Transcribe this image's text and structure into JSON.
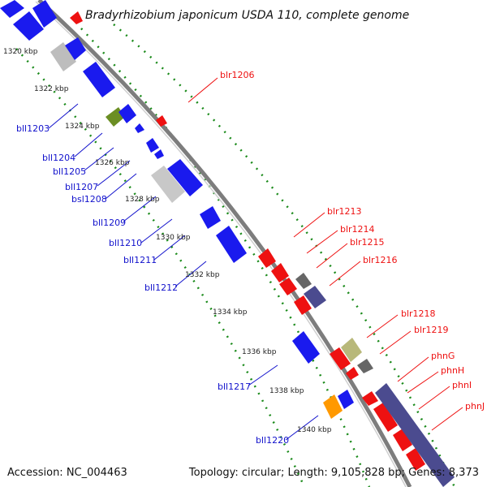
{
  "title": "Bradyrhizobium japonicum USDA 110, complete genome",
  "footer": {
    "accession": "Accession: NC_004463",
    "summary": "Topology: circular; Length: 9,105,828 bp; Genes: 8,373"
  },
  "colors": {
    "forward_label": "#ee1111",
    "reverse_label": "#1111cc",
    "backbone": "#888888",
    "ruler_dots": "#1a8a1a"
  },
  "kbp_marks": [
    "1320 kbp",
    "1322 kbp",
    "1324 kbp",
    "1326 kbp",
    "1328 kbp",
    "1330 kbp",
    "1332 kbp",
    "1334 kbp",
    "1336 kbp",
    "1338 kbp",
    "1340 kbp"
  ],
  "reverse_genes": [
    "bll1203",
    "bll1204",
    "bll1205",
    "bll1207",
    "bsl1208",
    "bll1209",
    "bll1210",
    "bll1211",
    "bll1212",
    "bll1217",
    "bll1220"
  ],
  "forward_genes": [
    "blr1206",
    "blr1213",
    "blr1214",
    "blr1215",
    "blr1216",
    "blr1218",
    "blr1219",
    "phnG",
    "phnH",
    "phnI",
    "phnJ"
  ]
}
